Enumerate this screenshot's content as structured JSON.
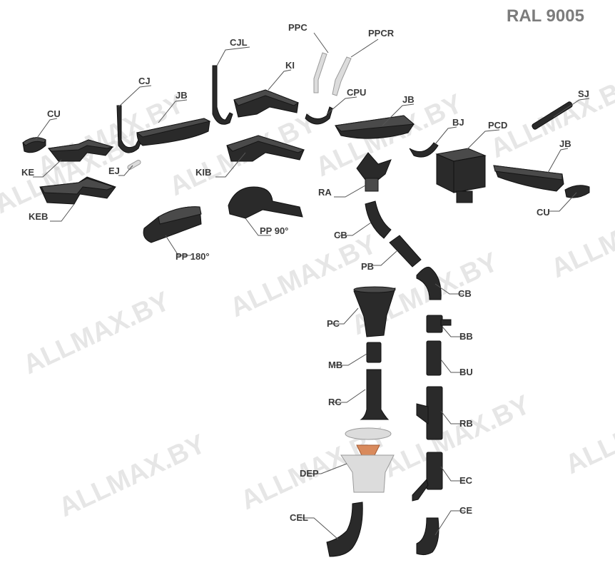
{
  "title": "RAL 9005",
  "watermark": "ALLMAX.BY",
  "colors": {
    "part": "#2a2a2a",
    "label": "#3a3a3a",
    "title": "#7c7c7c",
    "watermark": "#d2d2d2"
  },
  "labels": {
    "ppc": "PPC",
    "ppcr": "PPCR",
    "cjl": "CJL",
    "ki": "KI",
    "cj": "CJ",
    "jb1": "JB",
    "cpu": "CPU",
    "jb2": "JB",
    "sj": "SJ",
    "cu1": "CU",
    "bj": "BJ",
    "pcd": "PCD",
    "jb3": "JB",
    "ke": "KE",
    "ej": "EJ",
    "kib": "KIB",
    "ra": "RA",
    "keb": "KEB",
    "cu2": "CU",
    "pp90": "PP 90°",
    "pp180": "PP 180°",
    "cb1": "CB",
    "pb": "PB",
    "cb2": "CB",
    "pc": "PC",
    "bb": "BB",
    "mb": "MB",
    "bu": "BU",
    "rc": "RC",
    "rb": "RB",
    "dep": "DEP",
    "ec": "EC",
    "cel": "CEL",
    "ce": "CE"
  }
}
